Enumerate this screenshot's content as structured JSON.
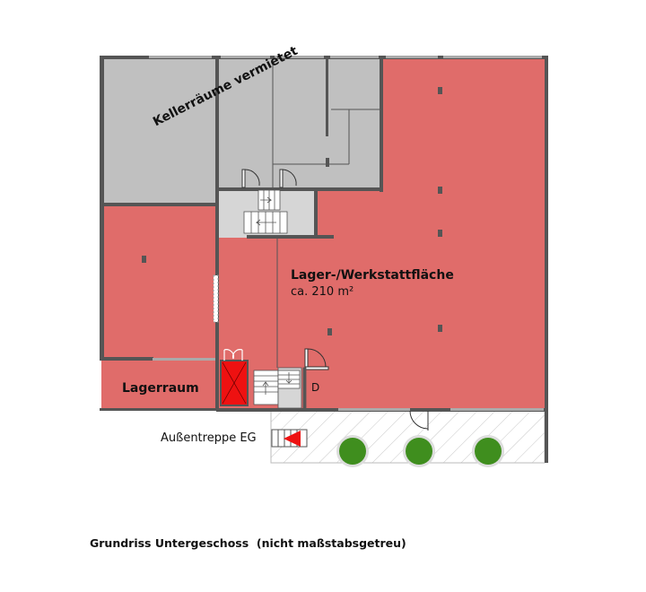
{
  "plan": {
    "rented_label": "Kellerräume vermietet",
    "main_area_label": "Lager-/Werkstattfläche",
    "main_area_size": "ca. 210 m²",
    "storage_label": "Lagerraum",
    "room_d_label": "D",
    "outside_stair_label": "Außentreppe EG",
    "caption": "Grundriss Untergeschoss  (nicht maßstabsgetreu)"
  },
  "colors": {
    "available": "#e06c6a",
    "rented": "#c0c0c0",
    "stairwell": "#d6d6d6",
    "wall": "#555555",
    "elevator": "#ee1111",
    "tree": "#3f8e1e"
  }
}
